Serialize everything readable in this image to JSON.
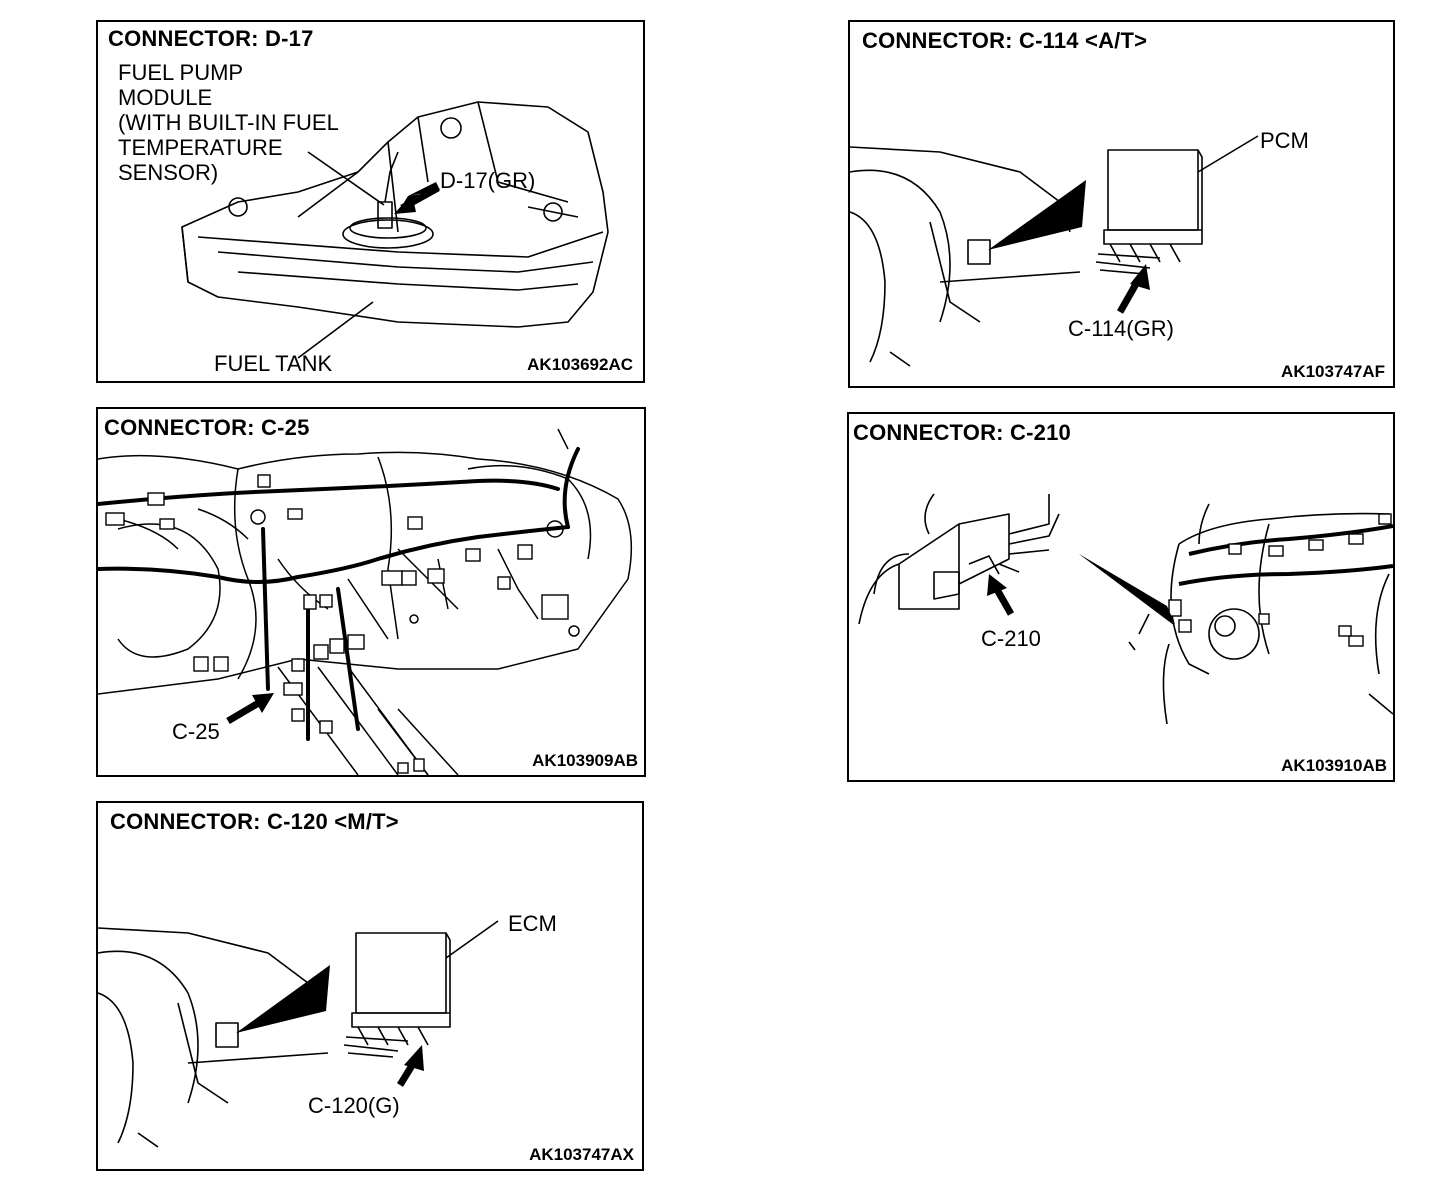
{
  "panels": {
    "d17": {
      "title": "CONNECTOR: D-17",
      "module_label": [
        "FUEL PUMP",
        "MODULE",
        "(WITH BUILT-IN FUEL",
        "TEMPERATURE",
        "SENSOR)"
      ],
      "connector_label": "D-17(GR)",
      "tank_label": "FUEL TANK",
      "code": "AK103692AC"
    },
    "c114": {
      "title": "CONNECTOR: C-114 <A/T>",
      "unit_label": "PCM",
      "connector_label": "C-114(GR)",
      "code": "AK103747AF"
    },
    "c25": {
      "title": "CONNECTOR: C-25",
      "connector_label": "C-25",
      "code": "AK103909AB"
    },
    "c210": {
      "title": "CONNECTOR: C-210",
      "connector_label": "C-210",
      "code": "AK103910AB"
    },
    "c120": {
      "title": "CONNECTOR: C-120 <M/T>",
      "unit_label": "ECM",
      "connector_label": "C-120(G)",
      "code": "AK103747AX"
    }
  }
}
